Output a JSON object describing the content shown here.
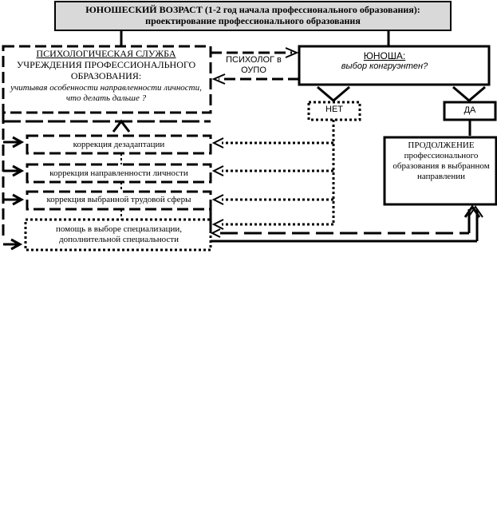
{
  "header": {
    "title": "ЮНОШЕСКИЙ ВОЗРАСТ (1-2 год начала профессионального образования): проектирование профессионального образования"
  },
  "service": {
    "line1": "ПСИХОЛОГИЧЕСКАЯ СЛУЖБА",
    "line2": "УЧРЕЖДЕНИЯ ПРОФЕССИОНАЛЬНОГО",
    "line3": "ОБРАЗОВАНИЯ:",
    "note": "учитывая особенности направленности личности, что делать дальше ?"
  },
  "psychologist": {
    "label": "ПСИХОЛОГ в ОУПО"
  },
  "youth": {
    "title": "ЮНОША:",
    "subtitle": "выбор конгруэнтен?"
  },
  "decision": {
    "no": "НЕТ",
    "yes": "ДА"
  },
  "continuation": {
    "text": "ПРОДОЛЖЕНИЕ профессионального образования в выбранном направлении"
  },
  "corrections": [
    {
      "label": "коррекция дезадаптации"
    },
    {
      "label": "коррекция направленности личности"
    },
    {
      "label": "коррекция выбранной трудовой сферы"
    },
    {
      "label": "помощь в выборе специализации, дополнительной специальности"
    }
  ]
}
